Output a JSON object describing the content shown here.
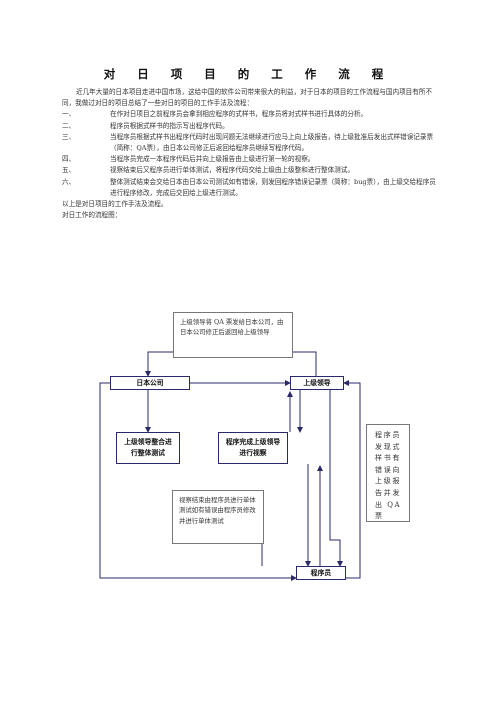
{
  "document": {
    "title": "对 日 项 目 的 工 作 流 程",
    "intro": "近几年大量的日本项目走进中国市场，这给中国的软件公司带来很大的利益，对于日本的项目的工作流程与国内项目有所不同，我做过对日的项目总结了一些对日的项目的工作手法及流程：",
    "steps": [
      {
        "num": "一、",
        "text": "在作对日项目之前程序员会拿到相应程序的式样书，程序员将对式样书进行具体的分析。"
      },
      {
        "num": "二、",
        "text": "程序员根据式样书的指示写出程序代码。"
      },
      {
        "num": "三、",
        "text": "当程序员根据式样书出程序代码时出现问题无法继续进行应马上向上级报告，待上级批准后发出式样错误记录票（简称：QA票），由日本公司修正后返回给程序员继续写程序代码。"
      },
      {
        "num": "四、",
        "text": "当程序员完成一本程序代码后并向上级报告由上级进行第一轮的视察。"
      },
      {
        "num": "五、",
        "text": "视察结束后又程序员进行单体测试，将程序代码交给上级由上级整和进行整体测试。"
      },
      {
        "num": "六、",
        "text": "整体测试结束会交给日本由日本公司测试如有错误，则发回程序错误记录票（简称：bug票），由上级交给程序员进行程序修改，完成后交回给上级进行测试。"
      }
    ],
    "summary": "以上是对日项目的工作手法及流程。",
    "flow_caption": "对日工作的流程图："
  },
  "flowchart": {
    "top_note": "上级领导将 QA 票发给日本公司，由日本公司修正后返回给上级领导",
    "japan_company": "日本公司",
    "leader": "上级领导",
    "integration": "上级领导整合进行整体测试",
    "review": "程序完成上级领导进行视察",
    "unit_test_note": "视察结束由程序员进行单体测试如有错误由程序员修改并进行单体测试",
    "qa_note": "程序员发现式样书有错误向上级报告并发出QA票",
    "programmer": "程序员",
    "colors": {
      "node_border": "#2a2a6a",
      "arrow": "#2a2a6a"
    }
  }
}
